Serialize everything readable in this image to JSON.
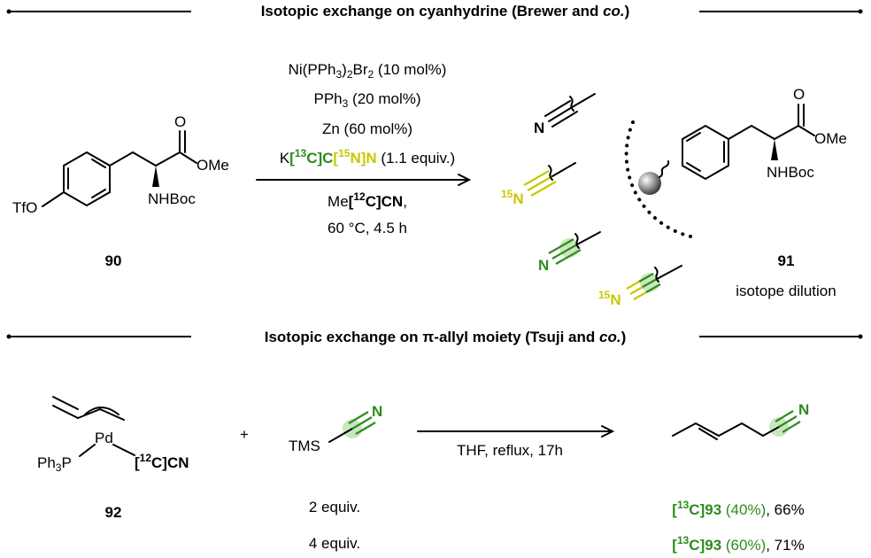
{
  "section1": {
    "title_prefix": "Isotopic exchange on cyanhydrine (Brewer and ",
    "title_co": "co.",
    "title_suffix": ")"
  },
  "reaction1": {
    "reagent_line1_a": "Ni(PPh",
    "reagent_line1_sub1": "3",
    "reagent_line1_b": ")",
    "reagent_line1_sub2": "2",
    "reagent_line1_c": "Br",
    "reagent_line1_sub3": "2",
    "reagent_line1_d": " (10 mol%)",
    "reagent_line2_a": "PPh",
    "reagent_line2_sub": "3",
    "reagent_line2_b": " (20 mol%)",
    "reagent_line3": "Zn (60 mol%)",
    "reagent_line4_k": "K",
    "reagent_line4_c13_open": "[",
    "reagent_line4_c13_sup": "13",
    "reagent_line4_c13_close": "C]C",
    "reagent_line4_n15_open": "[",
    "reagent_line4_n15_sup": "15",
    "reagent_line4_n15_close": "N]N",
    "reagent_line4_equiv": " (1.1 equiv.)",
    "solvent_a": "Me",
    "solvent_open": "[",
    "solvent_sup": "12",
    "solvent_close": "C]CN",
    "solvent_b": ",",
    "conditions": "60 °C, 4.5 h",
    "sm_label": "90",
    "sm_tfo": "TfO",
    "sm_ome": "OMe",
    "sm_o": "O",
    "sm_nhboc": "NHBoc",
    "product_label": "91",
    "product_caption": "isotope dilution",
    "product_ome": "OMe",
    "product_o": "O",
    "product_nhboc": "NHBoc",
    "nitrile_n": "N",
    "n15_sup": "15",
    "n15_n": "N"
  },
  "section2": {
    "title_prefix": "Isotopic exchange on π-allyl moiety (Tsuji and ",
    "title_co": "co.",
    "title_suffix": ")"
  },
  "reaction2": {
    "complex_pd": "Pd",
    "complex_ph3p_a": "Ph",
    "complex_ph3p_sub": "3",
    "complex_ph3p_b": "P",
    "complex_ligand_open": "[",
    "complex_ligand_sup": "12",
    "complex_ligand_close": "C]CN",
    "complex_label": "92",
    "plus": "+",
    "tms": "TMS",
    "tms_n": "N",
    "conditions": "THF, reflux, 17h",
    "product_n": "N",
    "equiv1": "2 equiv.",
    "equiv2": "4 equiv.",
    "result1_open": "[",
    "result1_sup": "13",
    "result1_close": "C]93",
    "result1_pct": " (40%)",
    "result1_yield": ", 66%",
    "result2_open": "[",
    "result2_sup": "13",
    "result2_close": "C]93",
    "result2_pct": " (60%)",
    "result2_yield": ", 71%"
  },
  "colors": {
    "carbon13_green": "#2e8b1e",
    "nitrogen15_yellow": "#c8c800",
    "halo_green": "#bfe3b4"
  }
}
